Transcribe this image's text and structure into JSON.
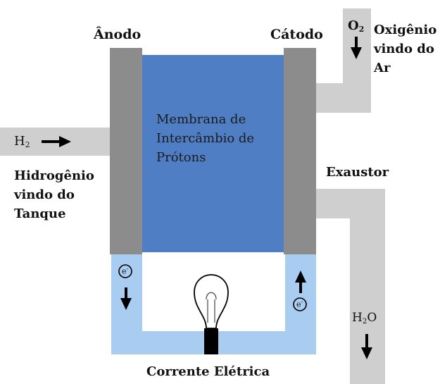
{
  "labels": {
    "anode": "Ânodo",
    "cathode": "Cátodo",
    "membrane_lines": [
      "Membrana de",
      "Intercâmbio de",
      "Prótons"
    ],
    "hydrogen_formula": "H",
    "hydrogen_subscript": "2",
    "hydrogen_lines": [
      "Hidrogênio",
      "vindo do",
      "Tanque"
    ],
    "oxygen_formula": "O",
    "oxygen_subscript": "2",
    "oxygen_lines": [
      "Oxigênio",
      "vindo do",
      "Ar"
    ],
    "exhaust": "Exaustor",
    "water_h": "H",
    "water_subscript": "2",
    "water_o": "O",
    "electron_left": "e",
    "electron_left_charge": "-",
    "electron_right": "e",
    "electron_right_charge": "-",
    "current": "Corrente Elétrica"
  },
  "colors": {
    "membrane": "#4f7ec4",
    "electrode": "#8c8c8c",
    "pipe": "#cfcfcf",
    "wire": "#a9cdf1",
    "text": "#111111"
  },
  "icons": [
    "arrow-right-icon",
    "arrow-down-icon",
    "arrow-up-icon",
    "electron-icon",
    "lightbulb-icon"
  ]
}
